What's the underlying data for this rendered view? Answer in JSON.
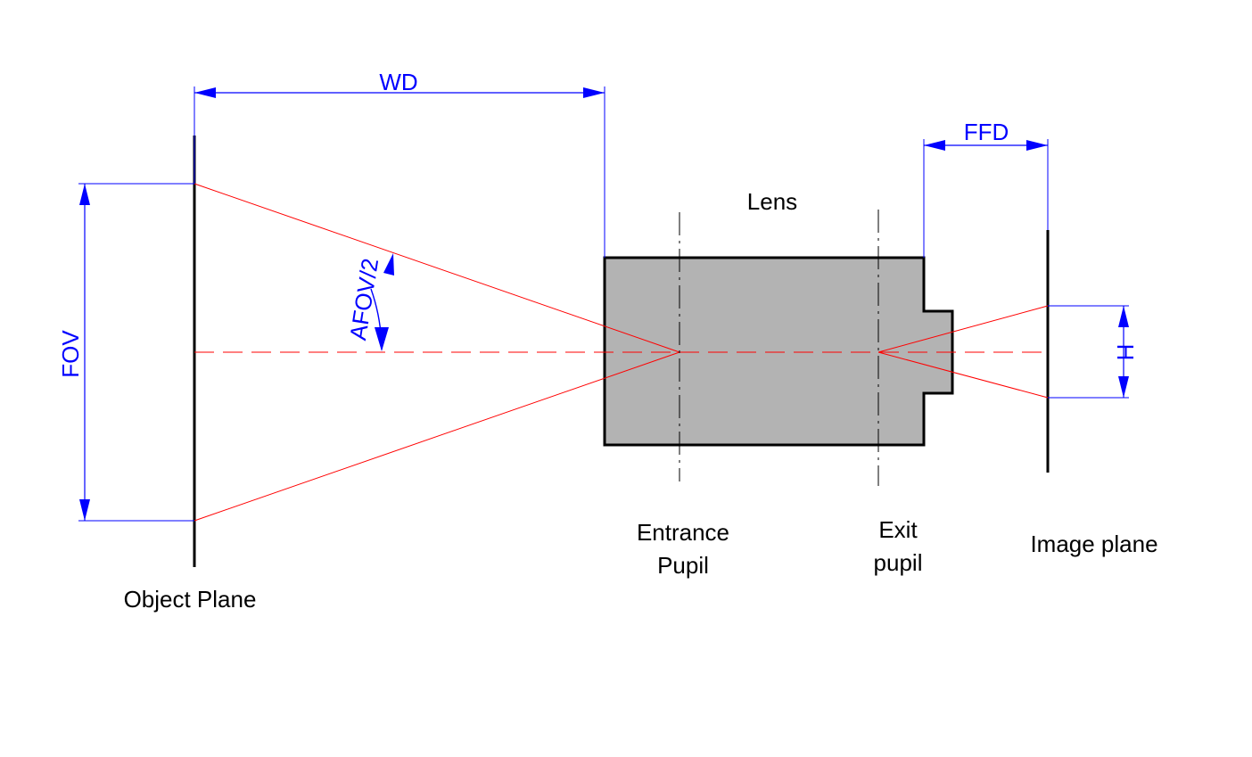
{
  "colors": {
    "dimension": "#0000ff",
    "ray": "#ff0000",
    "outline": "#000000",
    "lens_fill": "#b3b3b3",
    "background": "#ffffff"
  },
  "labels": {
    "wd": "WD",
    "ffd": "FFD",
    "fov": "FOV",
    "afov_half": "AFOV/2",
    "h": "H",
    "lens": "Lens",
    "entrance_pupil_line1": "Entrance",
    "entrance_pupil_line2": "Pupil",
    "exit_pupil_line1": "Exit",
    "exit_pupil_line2": "pupil",
    "image_plane": "Image plane",
    "object_plane": "Object Plane"
  }
}
